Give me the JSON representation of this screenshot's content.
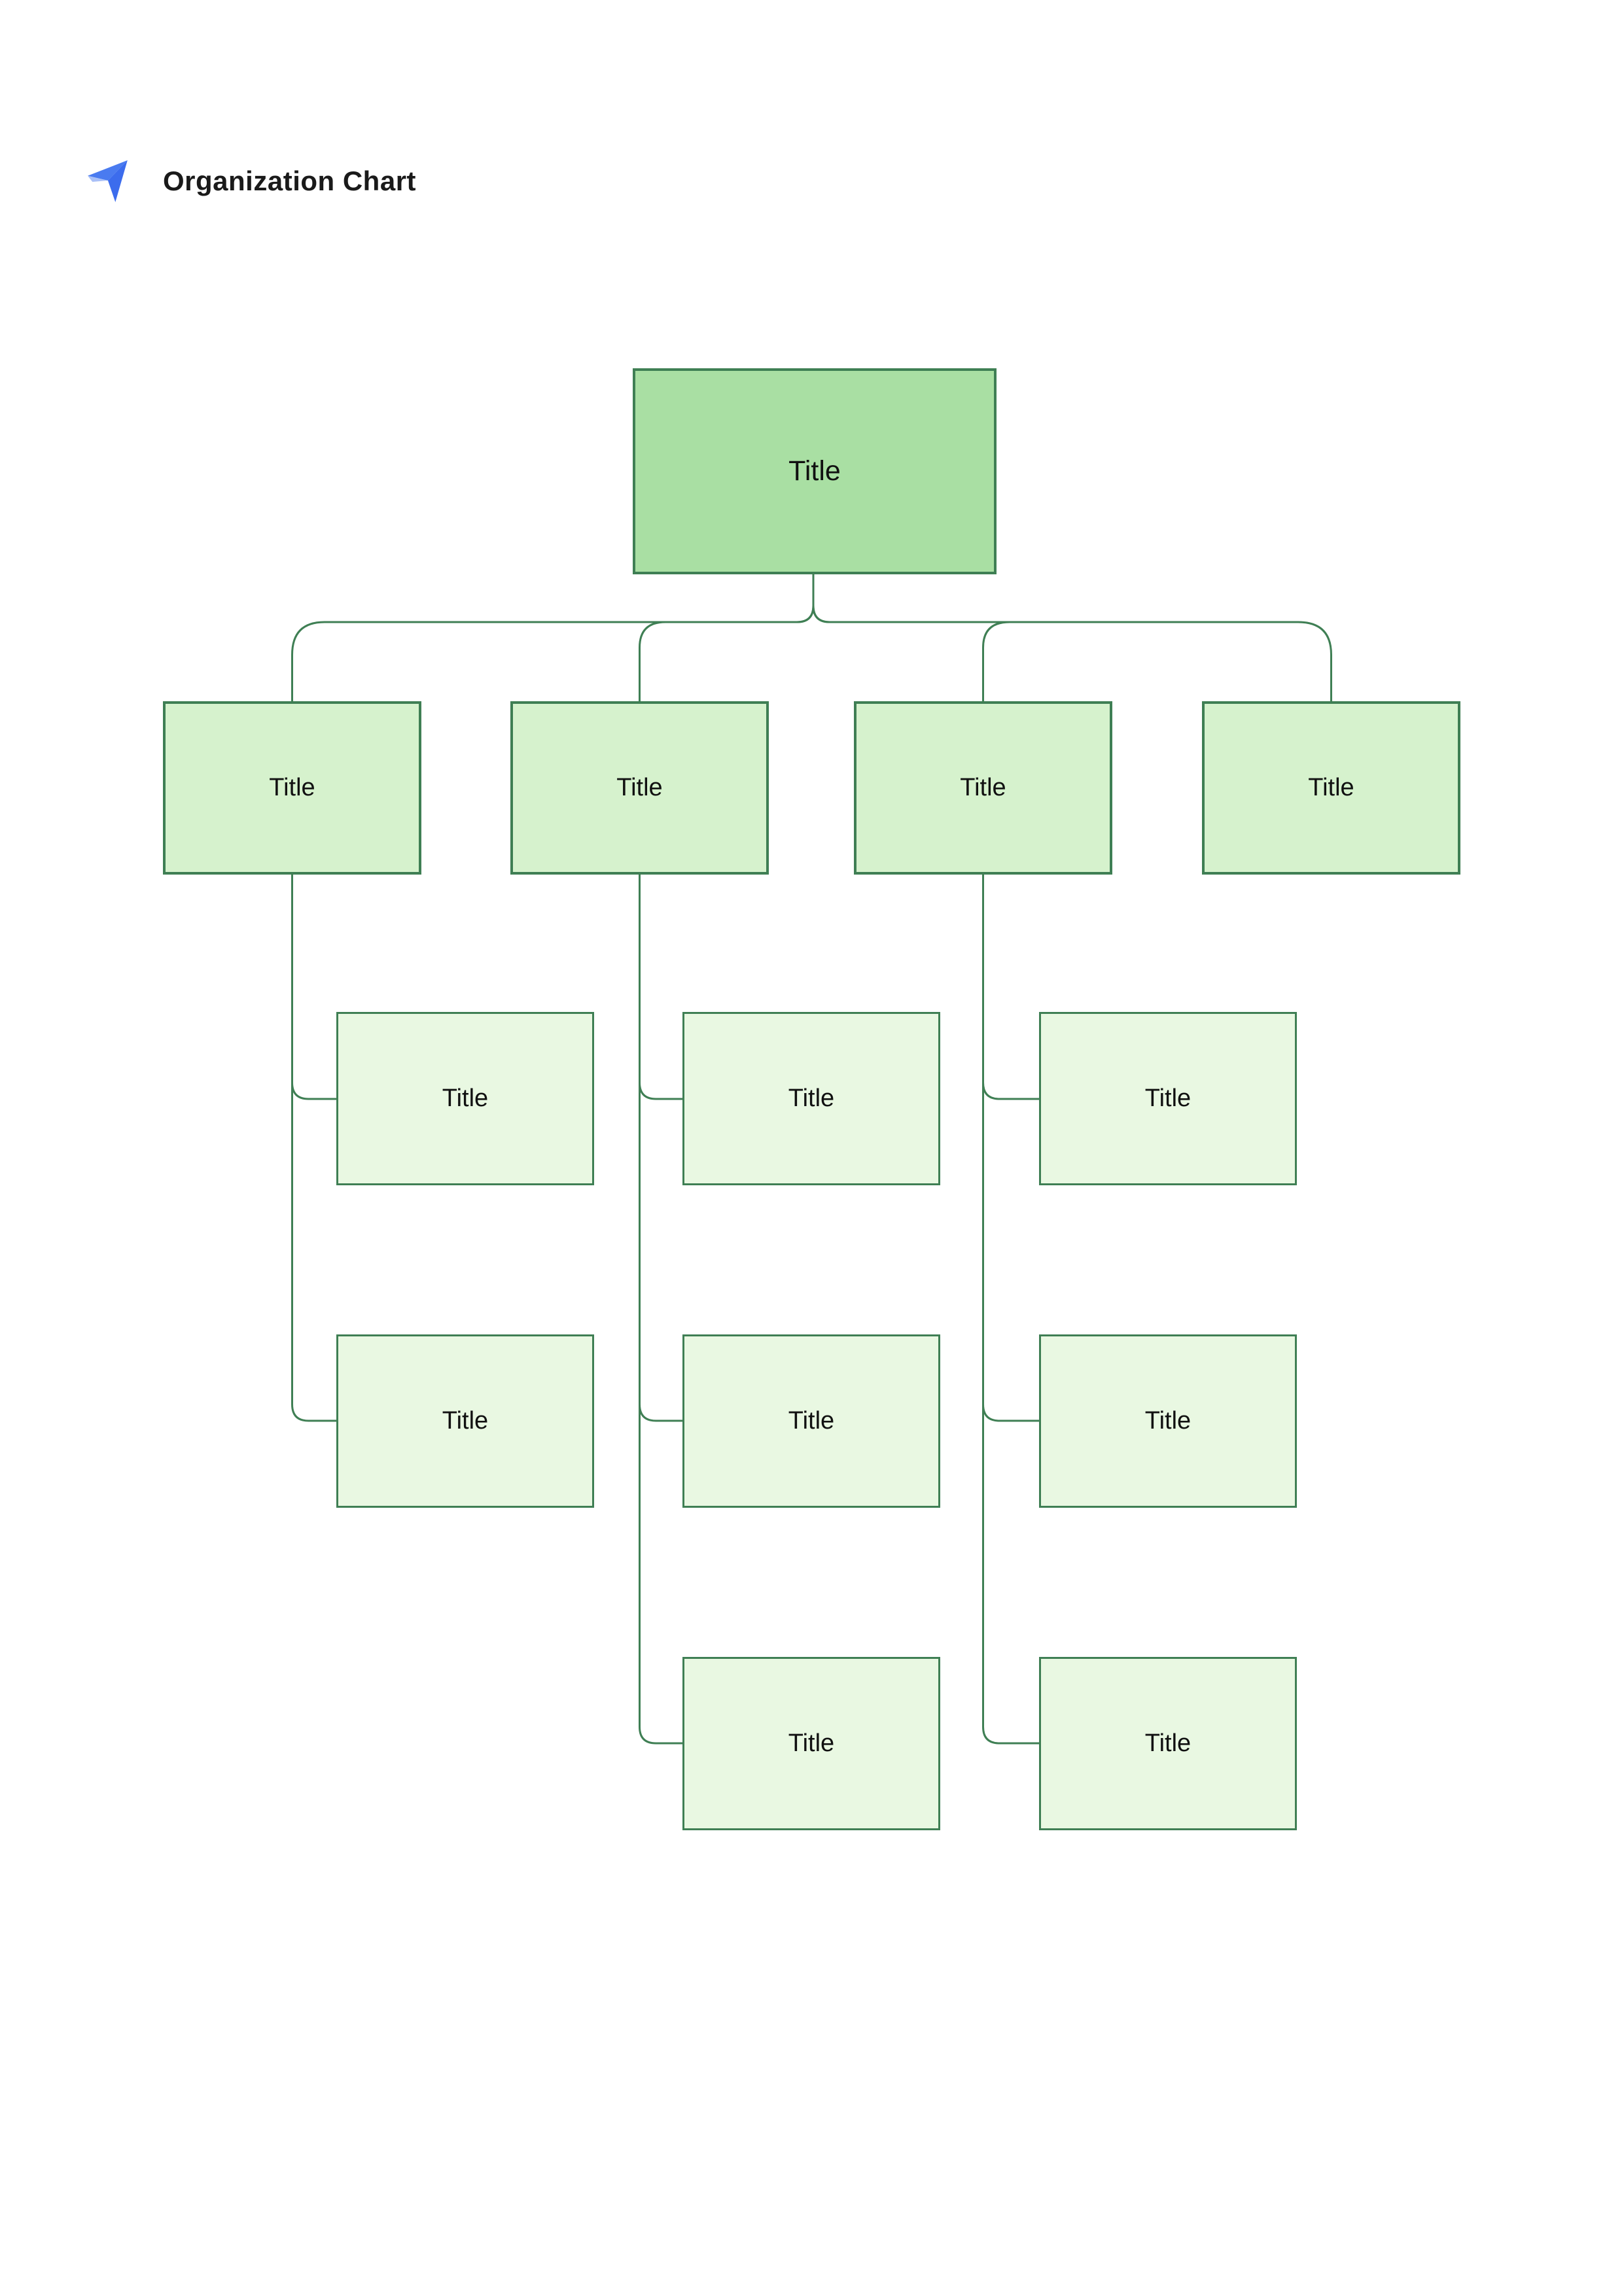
{
  "header": {
    "title": "Organization Chart",
    "logo_icon": "send-arrow-icon"
  },
  "colors": {
    "stroke_green": "#3f7f54",
    "root_fill": "#a9dfa3",
    "level2_fill": "#d6f2cd",
    "level3_fill": "#e9f8e2",
    "node_text": "#111111",
    "header_text": "#1a1a1a",
    "logo_blue_main": "#4a7bf0",
    "logo_blue_dark": "#3c6ced",
    "logo_blue_light": "#a9c0f7",
    "background": "#ffffff"
  },
  "chart": {
    "root": {
      "label": "Title"
    },
    "managers": [
      {
        "label": "Title",
        "children": [
          {
            "label": "Title"
          },
          {
            "label": "Title"
          }
        ]
      },
      {
        "label": "Title",
        "children": [
          {
            "label": "Title"
          },
          {
            "label": "Title"
          },
          {
            "label": "Title"
          }
        ]
      },
      {
        "label": "Title",
        "children": [
          {
            "label": "Title"
          },
          {
            "label": "Title"
          },
          {
            "label": "Title"
          }
        ]
      },
      {
        "label": "Title",
        "children": []
      }
    ]
  }
}
